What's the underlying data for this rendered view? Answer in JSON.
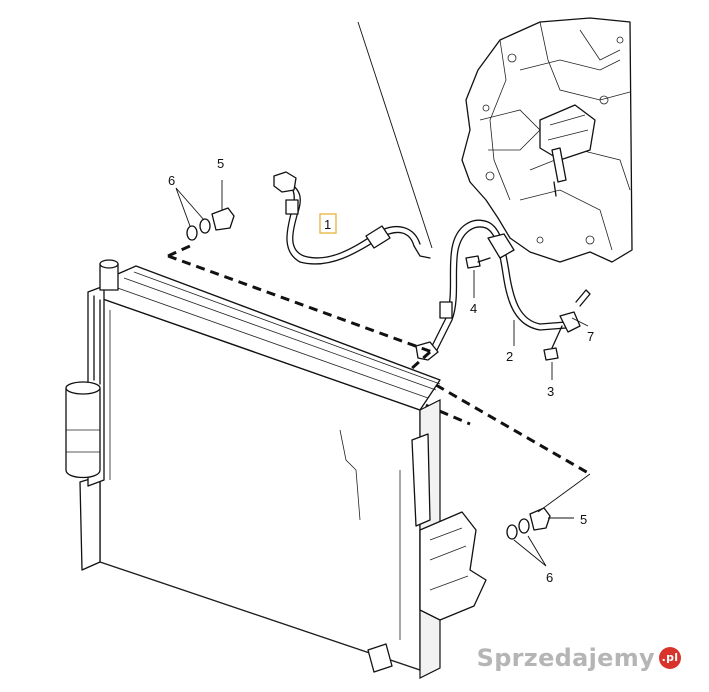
{
  "callouts": {
    "part_1": "1",
    "part_2": "2",
    "part_3": "3",
    "part_4": "4",
    "part_5_top": "5",
    "part_5_bottom": "5",
    "part_6_top": "6",
    "part_6_bottom": "6",
    "part_7": "7"
  },
  "watermark": {
    "text": "Sprzedajemy",
    "badge": ".pl"
  },
  "colors": {
    "highlight_box": "#e8b84a",
    "watermark_badge": "#d9342b"
  }
}
